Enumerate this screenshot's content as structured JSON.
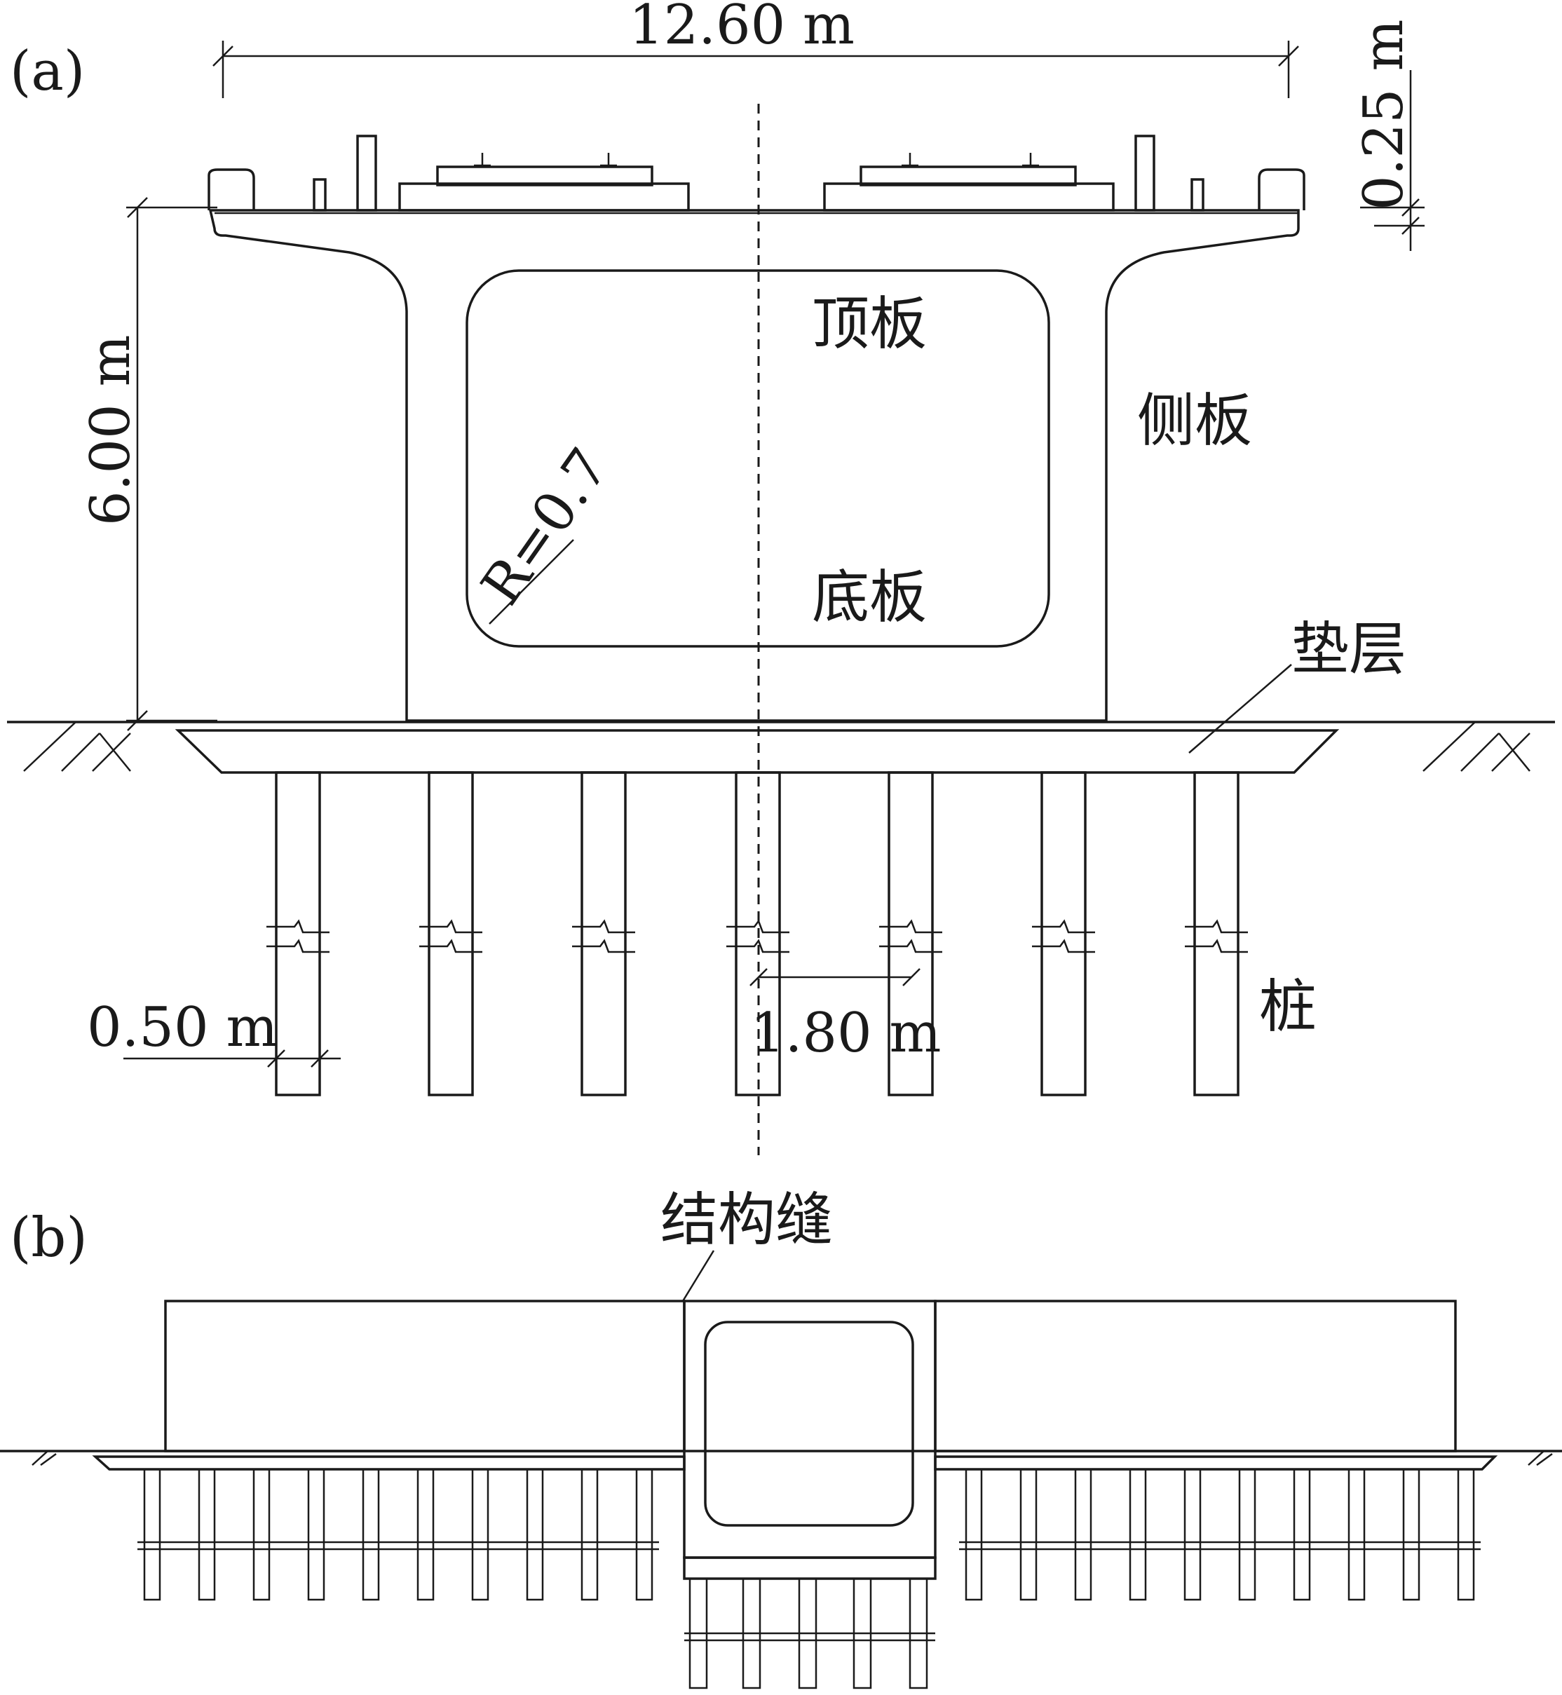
{
  "panel_a": {
    "label": "(a)",
    "dim_width": "12.60 m",
    "dim_height": "6.00 m",
    "dim_parapet": "0.25 m",
    "dim_radius": "R=0.7",
    "dim_pile_dia": "0.50 m",
    "dim_pile_spacing": "1.80 m",
    "top_slab": "顶板",
    "side_wall": "侧板",
    "bottom_slab": "底板",
    "cushion": "垫层",
    "pile": "桩"
  },
  "panel_b": {
    "label": "(b)",
    "joint": "结构缝"
  }
}
